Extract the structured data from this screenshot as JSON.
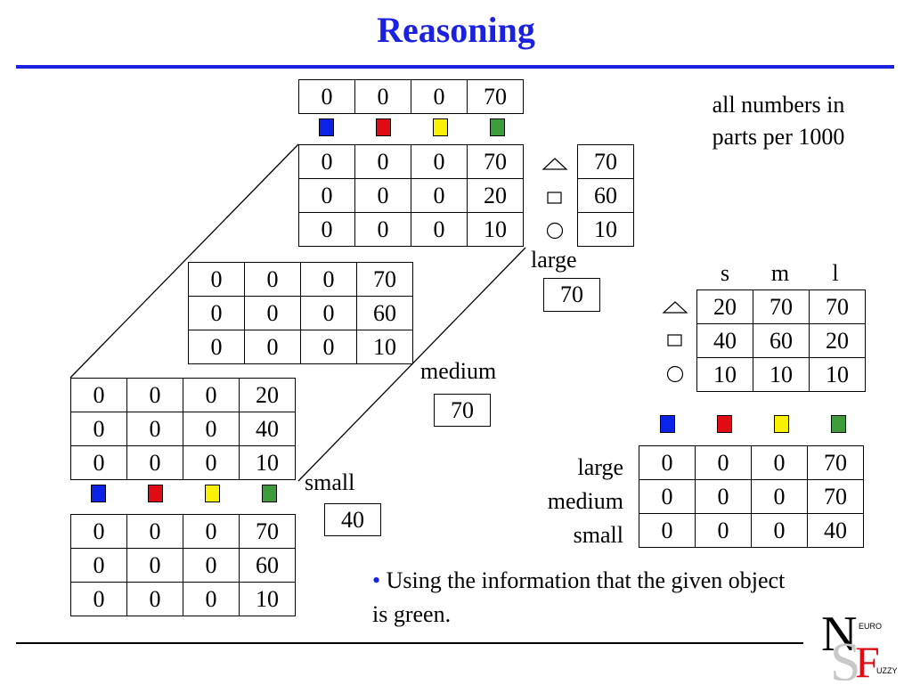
{
  "title": "Reasoning",
  "note": "all numbers in parts per 1000",
  "colors": {
    "title": "#1a22e0",
    "blue": "#0b22e8",
    "red": "#e00c14",
    "yellow": "#f8f200",
    "green": "#3e9d3a"
  },
  "swatch_colors": [
    "blue",
    "red",
    "yellow",
    "green"
  ],
  "shape_icons": [
    "triangle",
    "square",
    "circle"
  ],
  "top_row": [
    "0",
    "0",
    "0",
    "70"
  ],
  "large_table": [
    [
      "0",
      "0",
      "0",
      "70"
    ],
    [
      "0",
      "0",
      "0",
      "20"
    ],
    [
      "0",
      "0",
      "0",
      "10"
    ]
  ],
  "large_side": [
    "70",
    "60",
    "10"
  ],
  "medium_table": [
    [
      "0",
      "0",
      "0",
      "70"
    ],
    [
      "0",
      "0",
      "0",
      "60"
    ],
    [
      "0",
      "0",
      "0",
      "10"
    ]
  ],
  "small_table": [
    [
      "0",
      "0",
      "0",
      "20"
    ],
    [
      "0",
      "0",
      "0",
      "40"
    ],
    [
      "0",
      "0",
      "0",
      "10"
    ]
  ],
  "bottom_table": [
    [
      "0",
      "0",
      "0",
      "70"
    ],
    [
      "0",
      "0",
      "0",
      "60"
    ],
    [
      "0",
      "0",
      "0",
      "10"
    ]
  ],
  "labels": {
    "large": "large",
    "large_value": "70",
    "medium": "medium",
    "medium_value": "70",
    "small": "small",
    "small_value": "40"
  },
  "size_table": {
    "headers": [
      "s",
      "m",
      "l"
    ],
    "rows": [
      [
        "20",
        "70",
        "70"
      ],
      [
        "40",
        "60",
        "20"
      ],
      [
        "10",
        "10",
        "10"
      ]
    ]
  },
  "result_table": {
    "row_labels": [
      "large",
      "medium",
      "small"
    ],
    "rows": [
      [
        "0",
        "0",
        "0",
        "70"
      ],
      [
        "0",
        "0",
        "0",
        "70"
      ],
      [
        "0",
        "0",
        "0",
        "40"
      ]
    ]
  },
  "bullet": "Using the information that the given object is green.",
  "logo": {
    "letters": "NSF",
    "small_top": "EURO",
    "small_bottom": "UZZY"
  }
}
